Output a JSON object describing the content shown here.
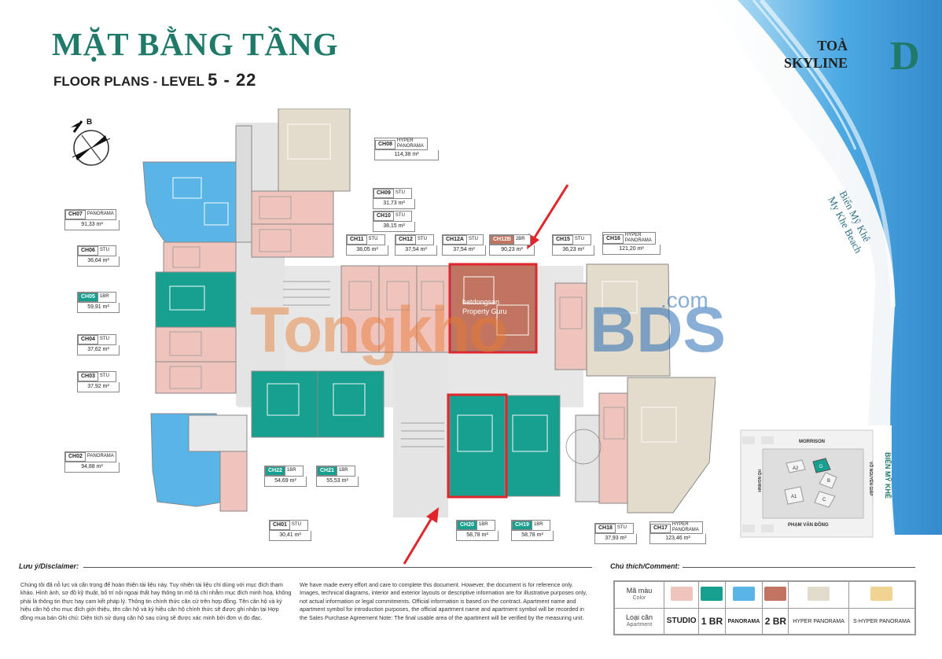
{
  "header": {
    "title_vn": "MẶT BẰNG TẦNG",
    "title_en_prefix": "FLOOR PLANS - LEVEL",
    "title_en_levels": "5 - 22",
    "tower_line1": "TOÀ",
    "tower_line2": "SKYLINE",
    "tower_letter": "D"
  },
  "compass_letter": "B",
  "beach_label_vn": "Biển Mỹ Khê",
  "beach_label_en": "My Khe Beach",
  "watermark": {
    "text_left": "Tongkho",
    "text_right": "BDS",
    "text_domain": ".com",
    "inner_line1": "batdongsan",
    "inner_line2": "Property Guru"
  },
  "colors": {
    "studio": "#efc4bd",
    "one_br": "#17a090",
    "panorama": "#59b5e6",
    "two_br": "#c17560",
    "hyper_panorama": "#e3dccc",
    "s_hyper_panorama": "#f1d493",
    "highlight": "#e0262b",
    "accent": "#1f7a69"
  },
  "units": [
    {
      "code": "CH08",
      "type": "HYPER PANORAMA",
      "area": "114,38 m²"
    },
    {
      "code": "CH09",
      "type": "STU",
      "area": "31,73 m²"
    },
    {
      "code": "CH10",
      "type": "STU",
      "area": "38,15 m²"
    },
    {
      "code": "CH07",
      "type": "PANORAMA",
      "area": "91,33 m²"
    },
    {
      "code": "CH06",
      "type": "STU",
      "area": "36,64 m²"
    },
    {
      "code": "CH11",
      "type": "STU",
      "area": "38,05 m²"
    },
    {
      "code": "CH12",
      "type": "STU",
      "area": "37,54 m²"
    },
    {
      "code": "CH12A",
      "type": "STU",
      "area": "37,54 m²"
    },
    {
      "code": "CH12B",
      "type": "2BR",
      "area": "90,23 m²"
    },
    {
      "code": "CH15",
      "type": "STU",
      "area": "36,23 m²"
    },
    {
      "code": "CH16",
      "type": "HYPER PANORAMA",
      "area": "121,20 m²"
    },
    {
      "code": "CH05",
      "type": "1BR",
      "area": "59,91 m²"
    },
    {
      "code": "CH04",
      "type": "STU",
      "area": "37,62 m²"
    },
    {
      "code": "CH03",
      "type": "STU",
      "area": "37,92 m²"
    },
    {
      "code": "CH02",
      "type": "PANORAMA",
      "area": "94,88 m²"
    },
    {
      "code": "CH22",
      "type": "1BR",
      "area": "54,69 m²"
    },
    {
      "code": "CH21",
      "type": "1BR",
      "area": "55,53 m²"
    },
    {
      "code": "CH01",
      "type": "STU",
      "area": "30,41 m²"
    },
    {
      "code": "CH20",
      "type": "1BR",
      "area": "58,78 m²"
    },
    {
      "code": "CH19",
      "type": "1BR",
      "area": "58,78 m²"
    },
    {
      "code": "CH18",
      "type": "STU",
      "area": "37,93 m²"
    },
    {
      "code": "CH17",
      "type": "HYPER PANORAMA",
      "area": "123,46 m²"
    }
  ],
  "site_plan": {
    "street_top": "MORRISON",
    "street_bottom": "PHẠM VĂN ĐỒNG",
    "street_left": "HỒ NGHINH",
    "street_right": "VÕ NGUYÊN GIÁP",
    "beach_right": "BIỂN MỸ KHÊ",
    "blocks": [
      "A2",
      "A1",
      "B",
      "C",
      "D"
    ]
  },
  "disclaimer": {
    "title": "Lưu ý/Disclaimer:",
    "vn": "Chúng tôi đã nỗ lực và cẩn trọng để hoàn thiện tài liệu này. Tuy nhiên tài liệu chỉ dùng với mục đích tham khảo. Hình ảnh, sơ đồ kỹ thuật, bố trí nội ngoại thất hay thông tin mô tả chỉ nhằm mục đích minh hoạ, không phải là thông tin thực hay cam kết pháp lý. Thông tin chính thức căn cứ trên hợp đồng. Tên căn hộ và ký hiệu căn hộ cho mục đích giới thiệu, tên căn hộ và ký hiệu căn hộ chính thức sẽ được ghi nhận tại Hợp đồng mua bán Ghi chú: Diện tích sử dụng căn hộ sau cùng sẽ được xác minh bởi đơn vị đo đạc.",
    "en": "We have made every effort and care to complete this document. However, the document is for reference only. Images, technical diagrams, interior and exterior layouts or descriptive information are for illustrative purposes only, not actual information or legal commitments. Official information is based on the contract. Apartment name and apartment symbol for introduction purposes, the official apartment name and apartment symbol will be recorded in the Sales Purchase Agreement Note: The final usable area of the apartment will be verified by the measuring unit."
  },
  "legend": {
    "title": "Chú thích/Comment:",
    "row1_label": "Mã màu",
    "row1_sub": "Color",
    "row2_label": "Loại căn",
    "row2_sub": "Apartment",
    "types": [
      "STUDIO",
      "1 BR",
      "PANORAMA",
      "2 BR",
      "HYPER PANORAMA",
      "S-HYPER PANORAMA"
    ]
  }
}
